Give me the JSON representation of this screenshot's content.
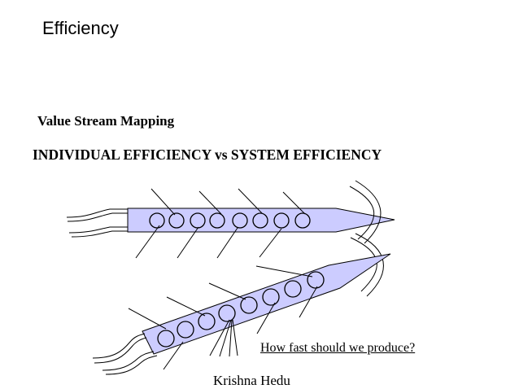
{
  "slide": {
    "title": "Efficiency",
    "subtitle": "Value Stream Mapping",
    "heading": "INDIVIDUAL EFFICIENCY vs SYSTEM EFFICIENCY",
    "question": "How fast should we produce?",
    "footer": "Krishna Hedu"
  },
  "colors": {
    "pipe_fill": "#ccccff",
    "stroke": "#000000"
  }
}
